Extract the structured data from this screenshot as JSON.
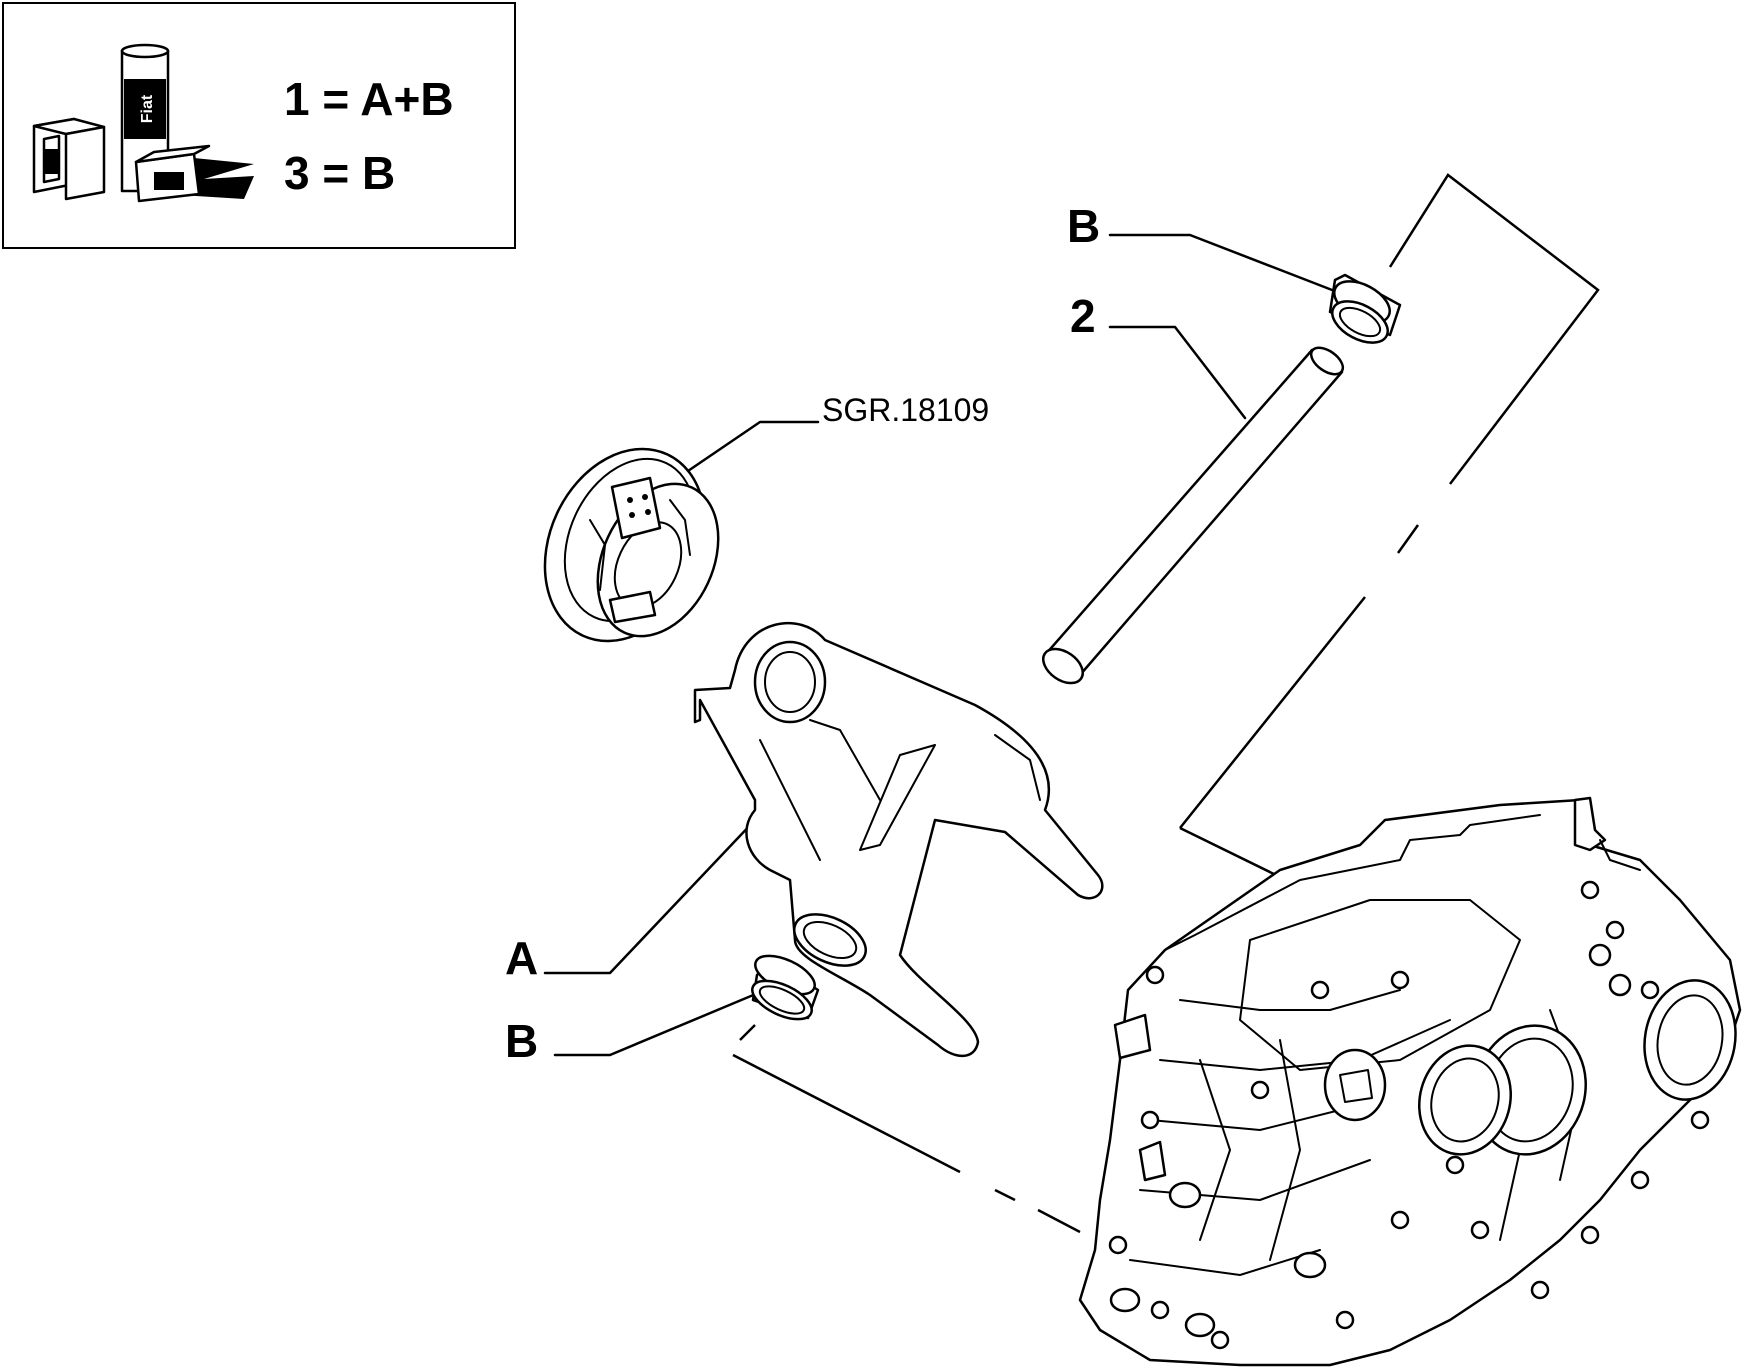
{
  "legend": {
    "line1": "1 = A+B",
    "line2": "3 = B",
    "product_brand": "Fiat"
  },
  "callouts": {
    "b_top": "B",
    "two": "2",
    "ref": "SGR.18109",
    "a": "A",
    "b_bottom": "B"
  }
}
